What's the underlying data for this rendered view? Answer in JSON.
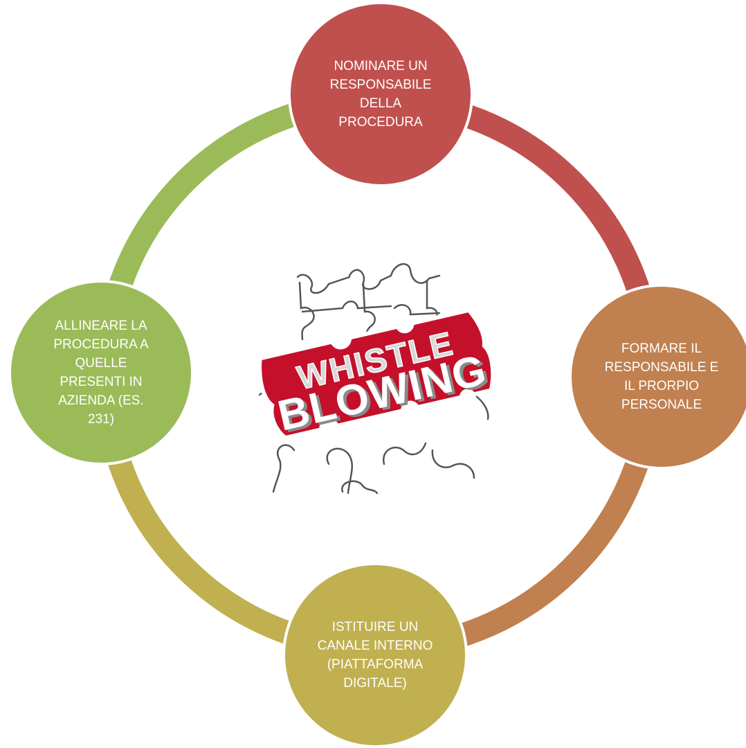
{
  "colors": {
    "top": "#c0504d",
    "right": "#c0804f",
    "bottom": "#c0b050",
    "left": "#9bbb59",
    "logo_red": "#c4102a"
  },
  "nodes": {
    "top": {
      "text": "NOMINARE UN\nRESPONSABILE\nDELLA\nPROCEDURA"
    },
    "right": {
      "text": "FORMARE IL\nRESPONSABILE E\nIL PRORPIO\nPERSONALE"
    },
    "bottom": {
      "text": "ISTITUIRE UN\nCANALE INTERNO\n(PIATTAFORMA\nDIGITALE)"
    },
    "left": {
      "text": "ALLINEARE LA\nPROCEDURA A\nQUELLE\nPRESENTI IN\nAZIENDA (ES.\n231)"
    }
  },
  "logo": {
    "word1": "WHISTLE",
    "word2": "BLOWING"
  }
}
